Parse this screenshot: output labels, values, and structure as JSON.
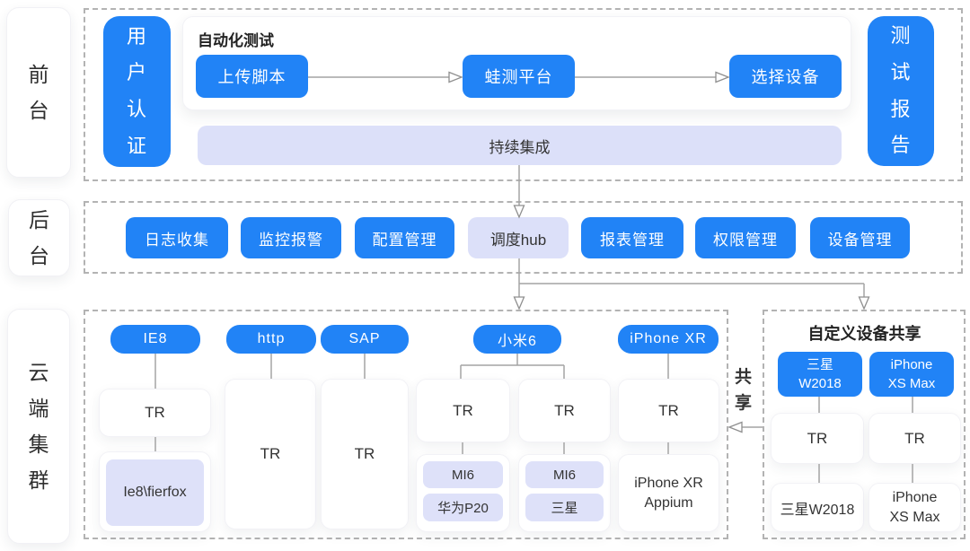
{
  "palette": {
    "blue": "#2183f6",
    "lavender": "#dce0f9",
    "chip": "#dee1f9",
    "text": "#333333",
    "line": "#a4a4a4"
  },
  "rails": {
    "front": "前台",
    "back": "后台",
    "cloud": "云端集群"
  },
  "front": {
    "auth_label": "用户认证",
    "card_title": "自动化测试",
    "steps": [
      "上传脚本",
      "蛙测平台",
      "选择设备"
    ],
    "ci_label": "持续集成",
    "report_label": "测试报告"
  },
  "back": {
    "items": [
      "日志收集",
      "监控报警",
      "配置管理",
      "调度hub",
      "报表管理",
      "权限管理",
      "设备管理"
    ]
  },
  "cloud": {
    "devices": {
      "ie8": "IE8",
      "http": "http",
      "sap": "SAP",
      "mi6": "小米6",
      "iphonexr": "iPhone XR"
    },
    "tr": "TR",
    "ie8_result": "Ie8\\fierfox",
    "mi6_left_chips": [
      "MI6",
      "华为P20"
    ],
    "mi6_right_chips": [
      "MI6",
      "三星"
    ],
    "iphonexr_result_line1": "iPhone XR",
    "iphonexr_result_line2": "Appium"
  },
  "share": {
    "label": "共享",
    "box_title": "自定义设备共享",
    "samsung_btn_line1": "三星",
    "samsung_btn_line2": "W2018",
    "iphone_btn_line1": "iPhone",
    "iphone_btn_line2": "XS Max",
    "tr": "TR",
    "samsung_result": "三星W2018",
    "iphone_result_line1": "iPhone",
    "iphone_result_line2": "XS Max"
  }
}
